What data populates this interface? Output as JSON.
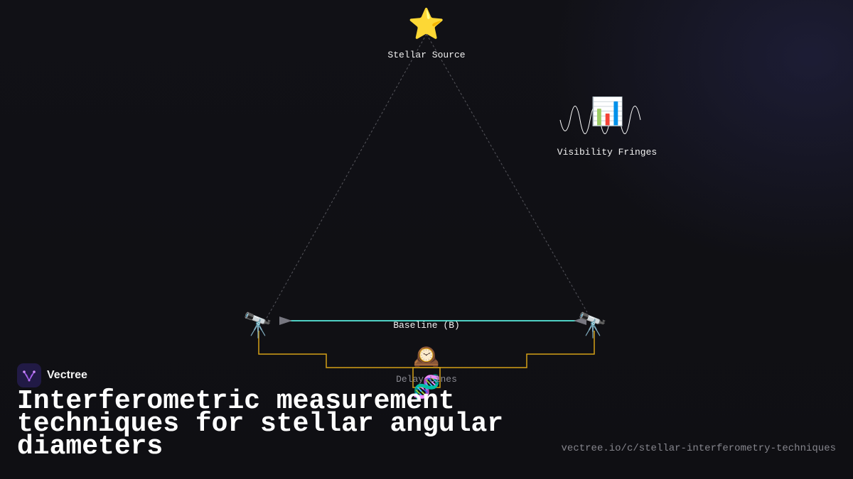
{
  "diagram": {
    "source_icon": "star-icon",
    "source_label": "Stellar Source",
    "fringes_icon": "bar-chart-icon",
    "fringes_label": "Visibility Fringes",
    "telescope_icon": "telescope-icon",
    "baseline_label": "Baseline (B)",
    "delay_icon": "mantel-clock-icon",
    "delay_label": "Delay Lines",
    "combiner_icon": "dna-icon",
    "colors": {
      "baseline": "#4fd1c5",
      "delay_path": "#d4a017",
      "light_path": "#55555c",
      "fringe_wave": "#ffffff"
    }
  },
  "brand": {
    "logo_icon": "vectree-logo-icon",
    "name": "Vectree"
  },
  "title": "Interferometric measurement techniques for stellar angular diameters",
  "url": "vectree.io/c/stellar-interferometry-techniques"
}
